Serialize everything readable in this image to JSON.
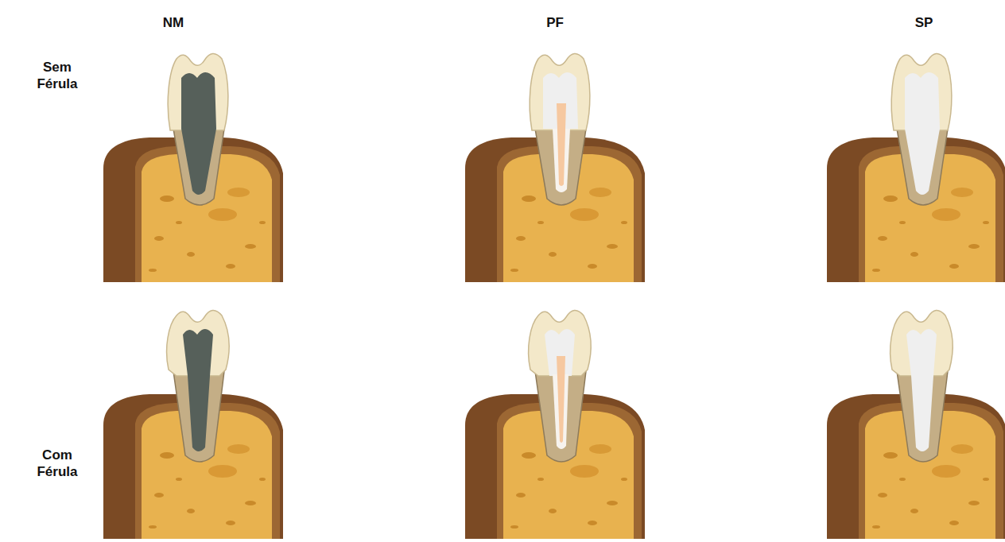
{
  "diagram": {
    "labels": [
      "NM",
      "PF",
      "SP",
      "Sem Férula",
      "Com Férula"
    ]
  }
}
